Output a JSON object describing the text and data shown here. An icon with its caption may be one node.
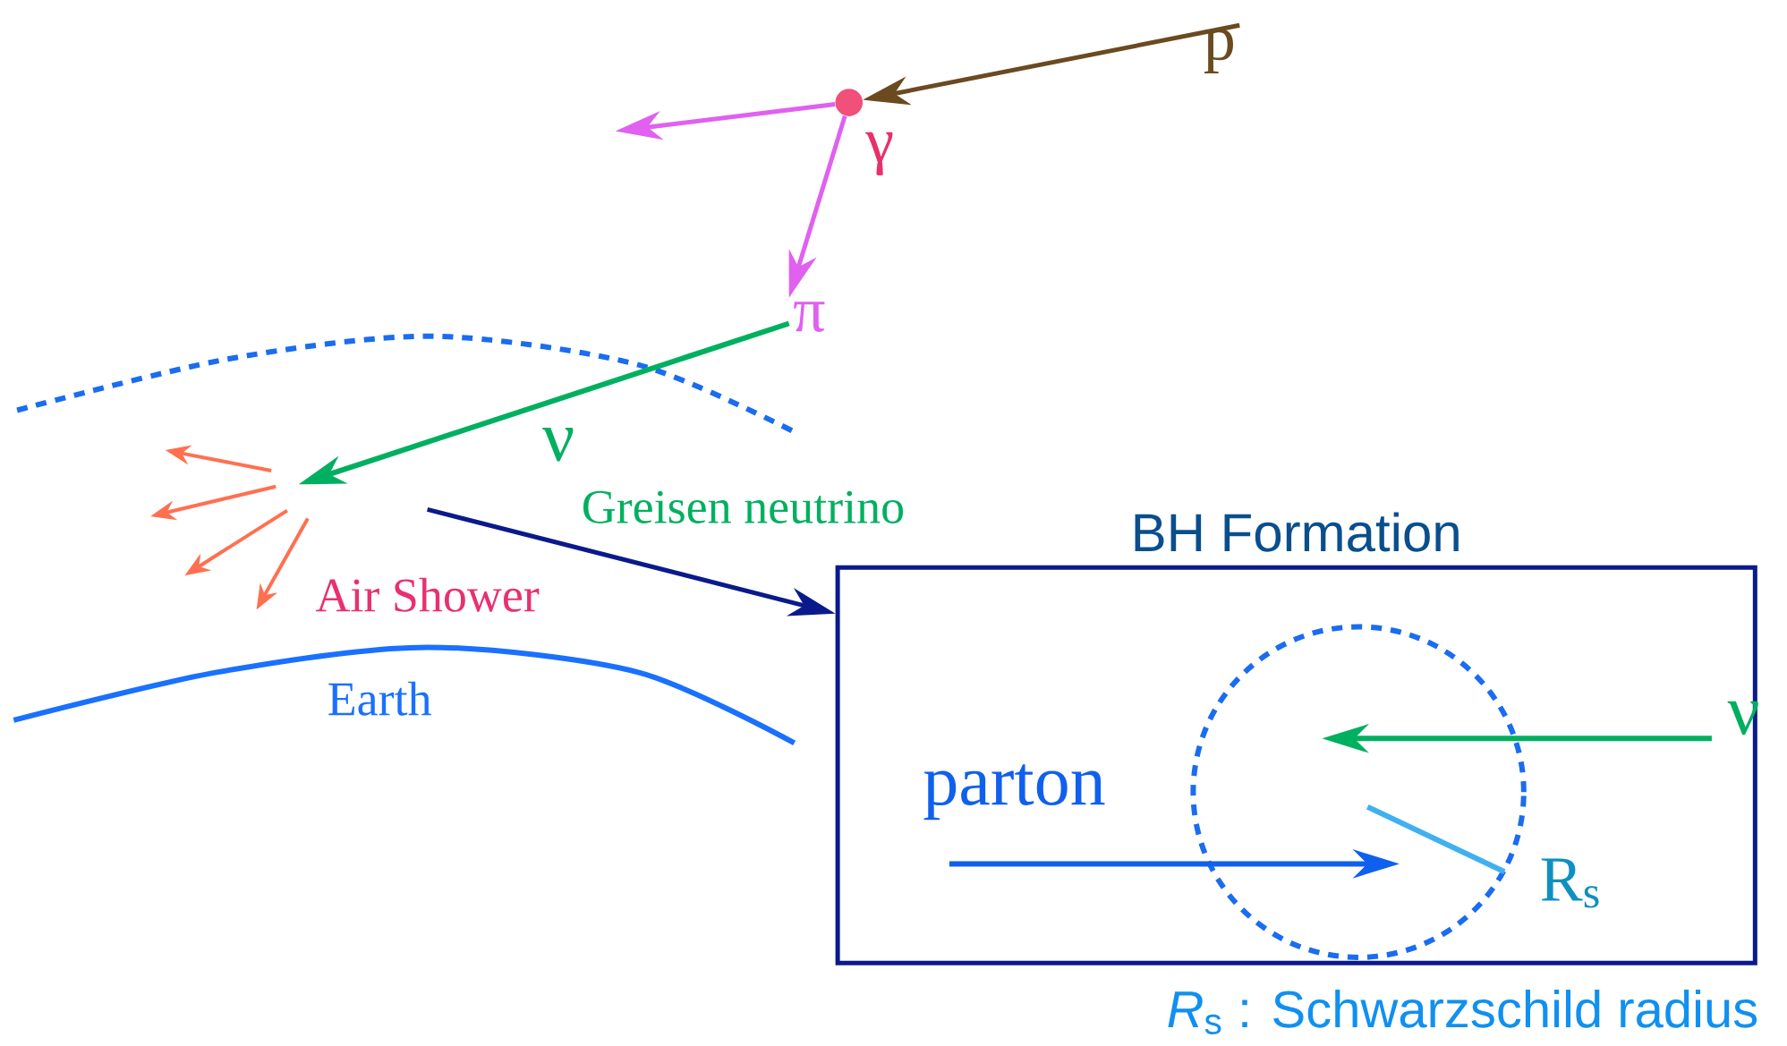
{
  "diagram": {
    "caption": "*R*$_{s}$ : Schwarzschild radius",
    "nodes": [
      {
        "text": [
          "p"
        ]
      },
      {
        "text": [],
        "shape": "circle",
        "beside": [
          "γ"
        ]
      },
      {
        "text": [
          "π"
        ]
      },
      {
        "text": [
          "BH Formation"
        ]
      }
    ],
    "edges": [
      {
        "from": 0,
        "to": 1,
        "arrow": "to",
        "color": "#6b4a1f"
      },
      {
        "from": 1,
        "to": null,
        "arrow": "to",
        "color": "#e060f0"
      },
      {
        "from": 1,
        "to": 2,
        "arrow": "to",
        "color": "#e060f0"
      },
      {
        "from": 2,
        "to": null,
        "arrow": "to",
        "label": "ν",
        "color": "#00b060"
      },
      {
        "from": null,
        "to": 3,
        "arrow": "to",
        "color": "#0a1a8c"
      }
    ],
    "labels": [
      "Greisen neutrino",
      "Air Shower",
      "Earth",
      "ν",
      "parton",
      "R$_{s}$"
    ]
  }
}
